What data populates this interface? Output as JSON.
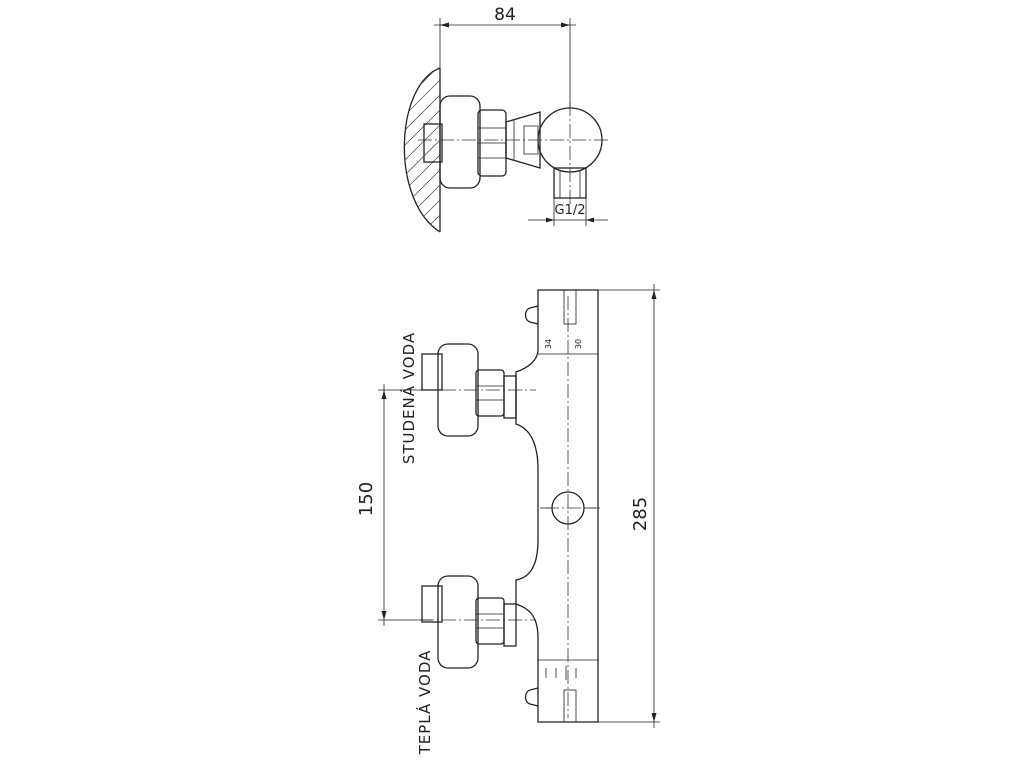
{
  "dimensions": {
    "depth": "84",
    "thread": "G1/2",
    "inlet_spacing": "150",
    "overall_height": "285"
  },
  "labels": {
    "cold_water": "STUDENÁ VODA",
    "hot_water": "TEPLÁ VODA"
  },
  "scale_marks": {
    "left": "34",
    "right": "30"
  }
}
